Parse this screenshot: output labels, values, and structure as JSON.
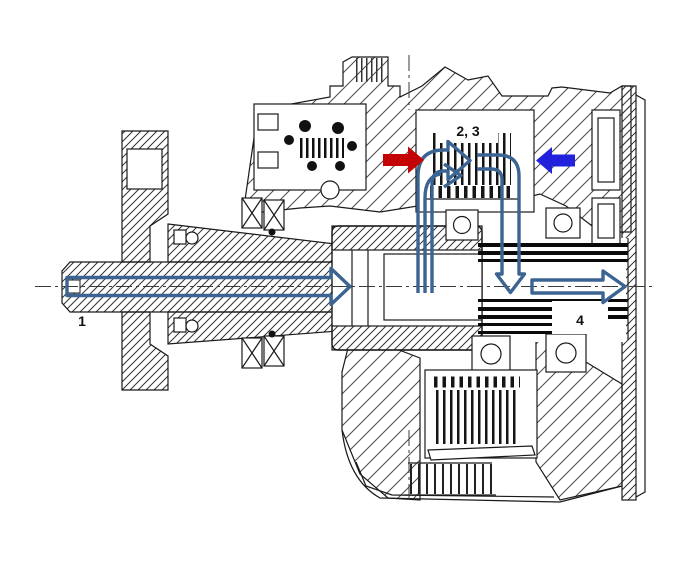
{
  "diagram": {
    "labels": {
      "input_shaft": "1",
      "clutch_plates": "2, 3",
      "output_shaft": "4"
    },
    "arrows": {
      "red_arrow": {
        "direction": "right",
        "color": "#c40404"
      },
      "blue_arrow": {
        "direction": "left",
        "color": "#2222dd"
      },
      "flow_color": "#3c6492"
    },
    "colors": {
      "line": "#1a1a1a",
      "background": "#ffffff"
    }
  }
}
